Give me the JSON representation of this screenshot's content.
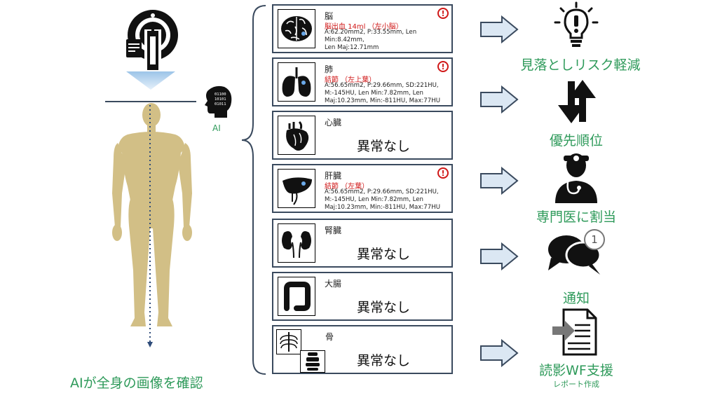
{
  "caption": "AIが全身の画像を確認",
  "ai_label": "AI",
  "organs": [
    {
      "name": "脳",
      "finding": "脳出血 14ml （左小脳）",
      "measurements": "A:62.20mm2, P:33.55mm, Len Min:8.42mm,\nLen Maj:12.71mm",
      "alert": "!"
    },
    {
      "name": "肺",
      "finding": "結節 （左上葉）",
      "measurements": "A:56.65mm2, P:29.66mm, SD:221HU,\nM:-145HU, Len Min:7.82mm, Len\nMaj:10.23mm, Min:-811HU, Max:77HU",
      "alert": "!"
    },
    {
      "name": "心臓",
      "normal": "異常なし"
    },
    {
      "name": "肝臓",
      "finding": "結節 （左葉）",
      "measurements": "A:56.65mm2, P:29.66mm, SD:221HU,\nM:-145HU, Len Min:7.82mm, Len\nMaj:10.23mm, Min:-811HU, Max:77HU",
      "alert": "!"
    },
    {
      "name": "腎臓",
      "normal": "異常なし"
    },
    {
      "name": "大腸",
      "normal": "異常なし"
    },
    {
      "name": "骨",
      "normal": "異常なし"
    }
  ],
  "outcomes": [
    {
      "label": "見落としリスク軽減",
      "icon": "lightbulb-icon"
    },
    {
      "label": "優先順位",
      "icon": "sort-arrows-icon"
    },
    {
      "label": "専門医に割当",
      "icon": "doctor-icon"
    },
    {
      "label": "通知",
      "icon": "chat-bubbles-icon",
      "badge": "1"
    },
    {
      "label": "読影WF支援",
      "sublabel": "レポート作成",
      "icon": "report-document-icon"
    }
  ],
  "colors": {
    "accent_green": "#2e9a5a",
    "body_tan": "#d2bf86",
    "alert_red": "#d01818",
    "arrow_fill": "#dbe7f3",
    "arrow_stroke": "#3a4a5e",
    "card_border": "#3a4a5e"
  }
}
